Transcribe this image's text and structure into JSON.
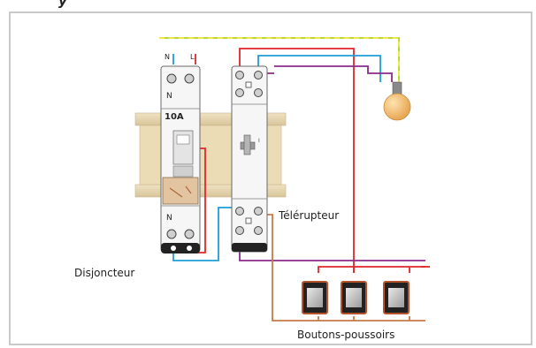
{
  "figure": {
    "corner_glyph": "y",
    "labels": {
      "disjoncteur": "Disjoncteur",
      "telerupteur": "Télérupteur",
      "boutons": "Boutons-poussoirs"
    },
    "breaker": {
      "rating": "10A",
      "top_neutral": "N",
      "top_phase": "L",
      "upper_n": "N",
      "lower_n": "N"
    },
    "relay": {
      "marker": "I"
    },
    "wire_colors": {
      "phase": "#e0262a",
      "neutral": "#1e9fd8",
      "earth": "#b9d63a",
      "earth_dash": "#f1e64a",
      "lamp_return": "#8a2a8a",
      "button_return": "#c87a45"
    }
  }
}
